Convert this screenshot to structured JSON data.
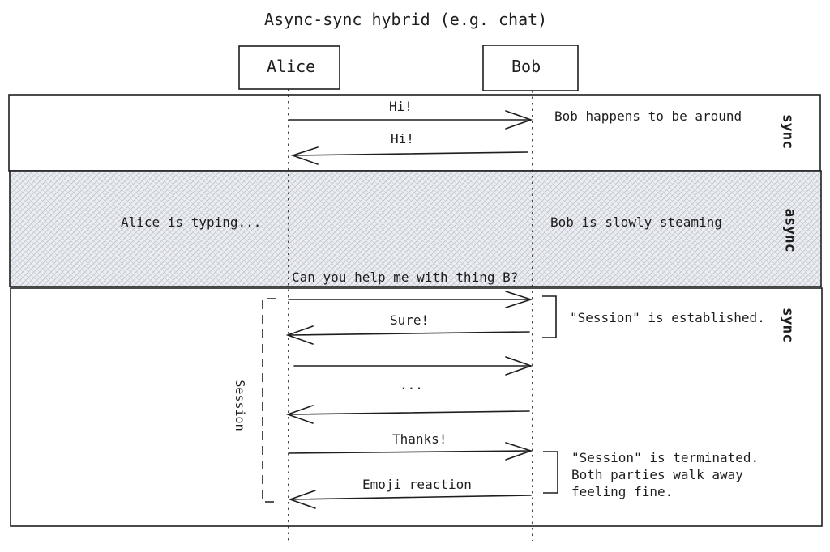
{
  "title": "Async-sync hybrid (e.g. chat)",
  "actors": {
    "alice": "Alice",
    "bob": "Bob"
  },
  "bands": {
    "sync_top": "sync",
    "async_mid": "async",
    "sync_bottom": "sync"
  },
  "notes": {
    "bob_around": "Bob happens to be around",
    "alice_typing": "Alice is typing...",
    "bob_steaming": "Bob is slowly steaming",
    "established": "\"Session\" is established.",
    "terminated_1": "\"Session\" is terminated.",
    "terminated_2": "Both parties walk away",
    "terminated_3": "feeling fine."
  },
  "messages": {
    "m1": "Hi!",
    "m2": "Hi!",
    "m3": "Can you help me with thing B?",
    "m4": "Sure!",
    "m5": "...",
    "m6": "Thanks!",
    "m7": "Emoji reaction"
  },
  "session_label": "Session",
  "colors": {
    "stroke": "#1e1e1e",
    "hatch": "#c8cdd6",
    "hatch_bg": "#eceef2"
  }
}
